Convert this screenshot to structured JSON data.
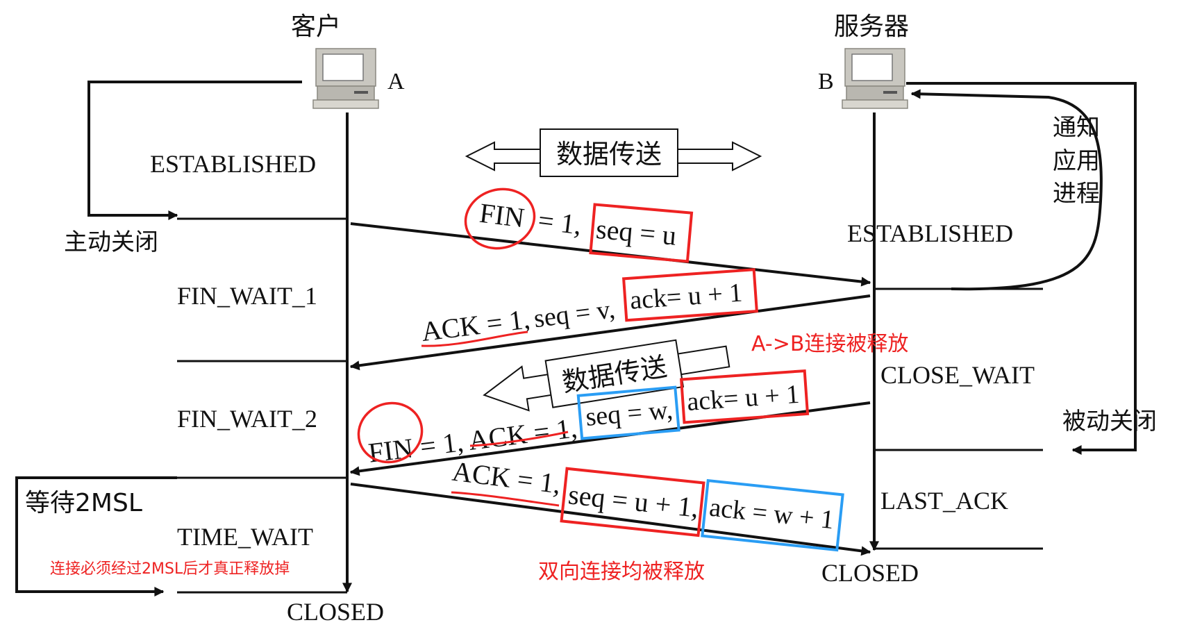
{
  "hosts": {
    "client_title": "客户",
    "client_letter": "A",
    "server_title": "服务器",
    "server_letter": "B"
  },
  "client_states": {
    "established": "ESTABLISHED",
    "active_close": "主动关闭",
    "fin_wait_1": "FIN_WAIT_1",
    "fin_wait_2": "FIN_WAIT_2",
    "wait_2msl": "等待2MSL",
    "time_wait": "TIME_WAIT",
    "closed": "CLOSED"
  },
  "server_states": {
    "notify_1": "通知",
    "notify_2": "应用",
    "notify_3": "进程",
    "established": "ESTABLISHED",
    "close_wait": "CLOSE_WAIT",
    "passive_close": "被动关闭",
    "last_ack": "LAST_ACK",
    "closed": "CLOSED"
  },
  "transfer": {
    "both_way_label": "数据传送",
    "one_way_label": "数据传送"
  },
  "messages": {
    "m1_fin": "FIN",
    "m1_rest": "= 1,",
    "m1_seq": "seq = u",
    "m2_ack": "ACK = 1,",
    "m2_seq": "seq = v,",
    "m2_ackval": "ack= u + 1",
    "m3_fin": "FIN",
    "m3_rest": "= 1, ACK = 1,",
    "m3_seq": "seq = w,",
    "m3_ackval": "ack= u + 1",
    "m4_ack": "ACK = 1,",
    "m4_seq": "seq = u + 1,",
    "m4_ackval": "ack = w + 1"
  },
  "notes": {
    "a_to_b_released": "A->B连接被释放",
    "both_released": "双向连接均被释放",
    "msl_note": "连接必须经过2MSL后才真正释放掉"
  },
  "colors": {
    "highlight_red": "#ee2222",
    "highlight_blue": "#2a9df4",
    "line": "#111111"
  },
  "icons": [
    "computer-icon",
    "computer-icon"
  ]
}
